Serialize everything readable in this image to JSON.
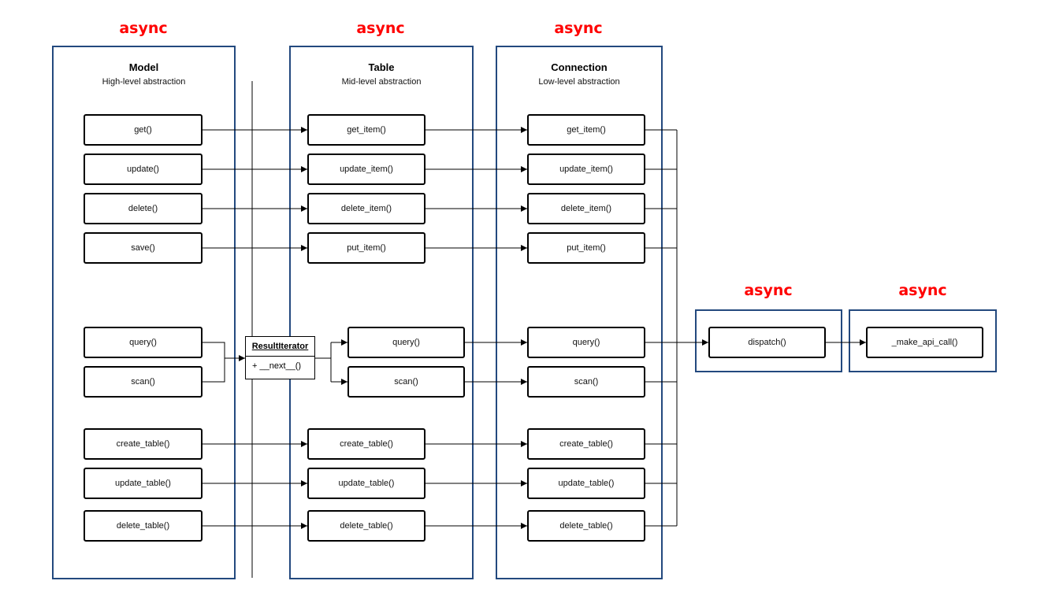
{
  "async_label": "async",
  "layers": {
    "model": {
      "title": "Model",
      "subtitle": "High-level abstraction"
    },
    "table": {
      "title": "Table",
      "subtitle": "Mid-level abstraction"
    },
    "connection": {
      "title": "Connection",
      "subtitle": "Low-level abstraction"
    }
  },
  "model_methods": {
    "get": "get()",
    "update": "update()",
    "delete": "delete()",
    "save": "save()",
    "query": "query()",
    "scan": "scan()",
    "create_table": "create_table()",
    "update_table": "update_table()",
    "delete_table": "delete_table()"
  },
  "result_iterator": {
    "name": "ResultIterator",
    "operation": "+ __next__()"
  },
  "table_methods": {
    "get_item": "get_item()",
    "update_item": "update_item()",
    "delete_item": "delete_item()",
    "put_item": "put_item()",
    "query": "query()",
    "scan": "scan()",
    "create_table": "create_table()",
    "update_table": "update_table()",
    "delete_table": "delete_table()"
  },
  "connection_methods": {
    "get_item": "get_item()",
    "update_item": "update_item()",
    "delete_item": "delete_item()",
    "put_item": "put_item()",
    "query": "query()",
    "scan": "scan()",
    "create_table": "create_table()",
    "update_table": "update_table()",
    "delete_table": "delete_table()"
  },
  "dispatch": "dispatch()",
  "make_api_call": "_make_api_call()"
}
